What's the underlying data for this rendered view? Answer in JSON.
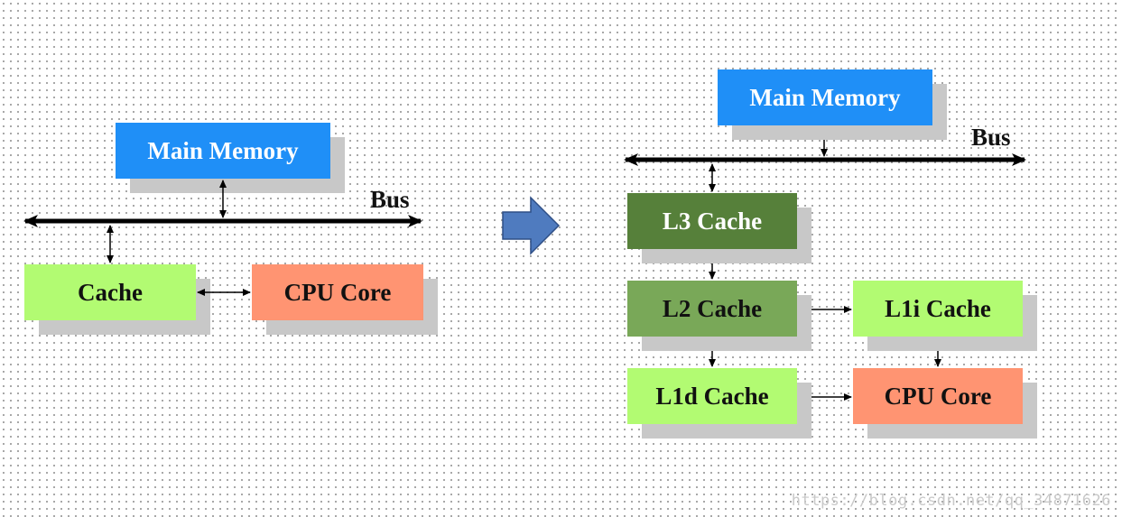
{
  "left": {
    "main_memory": "Main Memory",
    "bus": "Bus",
    "cache": "Cache",
    "cpu_core": "CPU Core"
  },
  "right": {
    "main_memory": "Main Memory",
    "bus": "Bus",
    "l3": "L3 Cache",
    "l2": "L2 Cache",
    "l1i": "L1i Cache",
    "l1d": "L1d Cache",
    "cpu_core": "CPU Core"
  },
  "watermark": "https://blog.csdn.net/qq_34871626",
  "colors": {
    "memory": "#1f8ff7",
    "cache_light": "#b2fb72",
    "cpu": "#ff9472",
    "l3": "#56803a",
    "l2": "#79a858",
    "arrow": "#4f7bbf"
  }
}
